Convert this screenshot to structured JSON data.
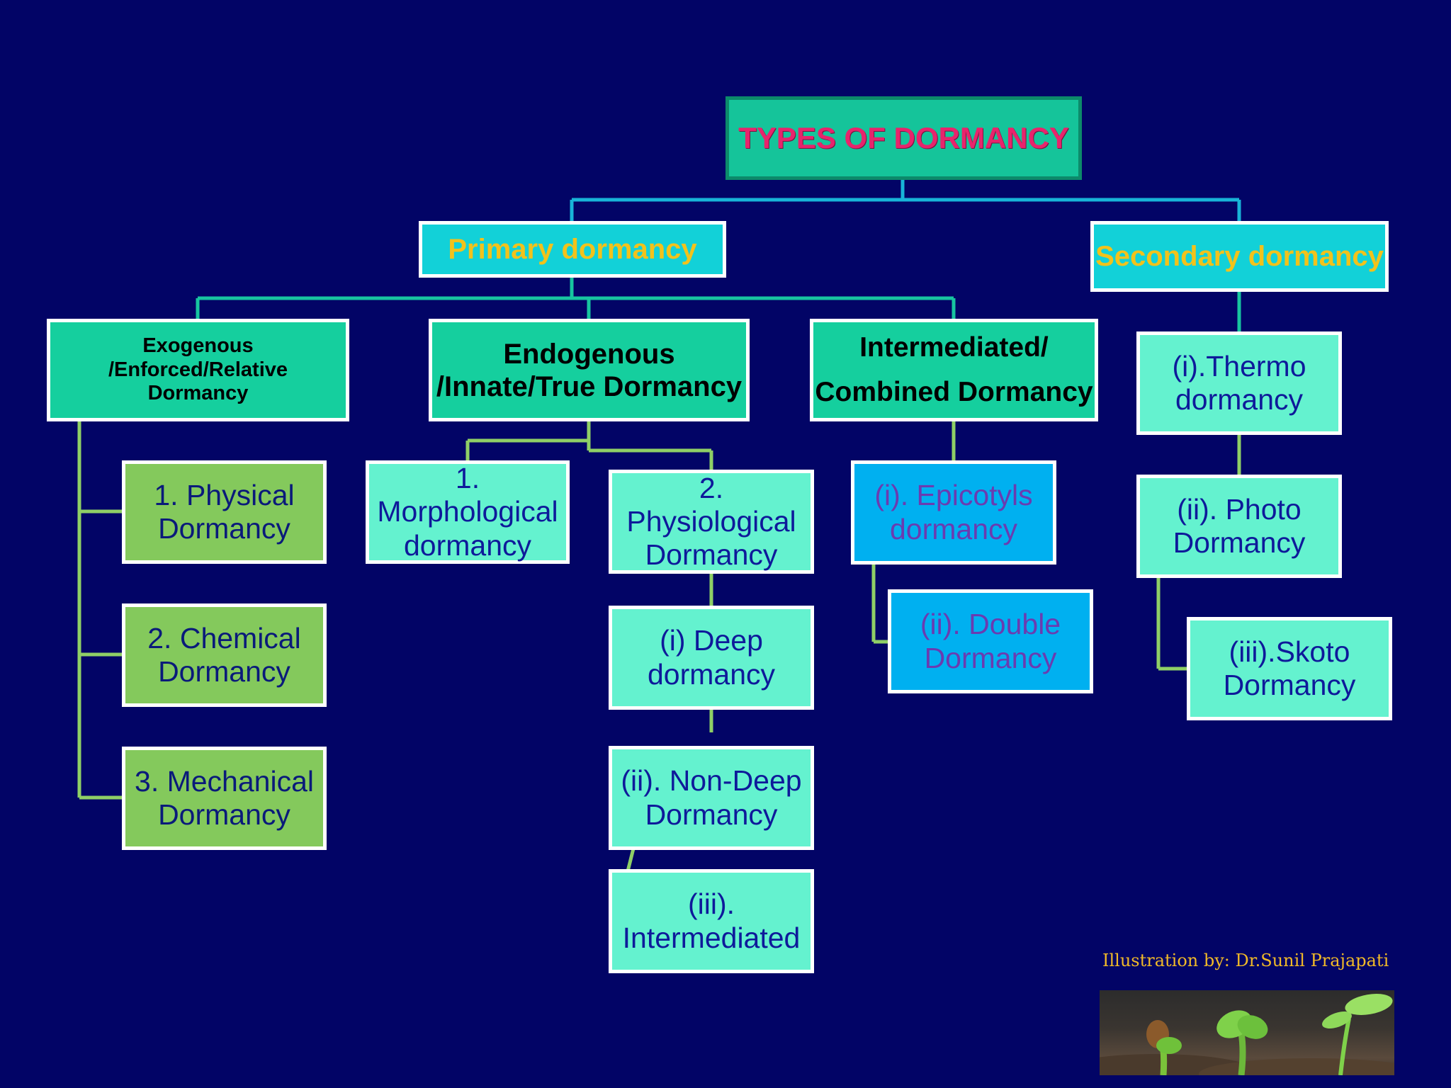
{
  "diagram": {
    "root": "TYPES OF DORMANCY",
    "primary": "Primary dormancy",
    "secondary": "Secondary dormancy",
    "exogenous": "Exogenous /Enforced/Relative\nDormancy",
    "endogenous": "Endogenous\n/Innate/True Dormancy",
    "intermediated": "Intermediated/\nCombined  Dormancy",
    "exo_items": [
      "1. Physical\nDormancy",
      "2. Chemical\nDormancy",
      "3. Mechanical\nDormancy"
    ],
    "morphological": "1. Morphological\ndormancy",
    "physiological": "2. Physiological\nDormancy",
    "physio_items": [
      "(i) Deep\ndormancy",
      "(ii). Non-Deep\nDormancy",
      "(iii).\nIntermediated"
    ],
    "combined_items": [
      "(i). Epicotyls\ndormancy",
      "(ii). Double\nDormancy"
    ],
    "secondary_items": [
      "(i).Thermo\ndormancy",
      "(ii). Photo\nDormancy",
      "(iii).Skoto\nDormancy"
    ]
  },
  "credit": "Illustration by: Dr.Sunil Prajapati",
  "colors": {
    "background": "#020466",
    "connector_top": "#18b4d8",
    "connector_mid": "#17c5a0",
    "connector_branch": "#8fcf66"
  }
}
